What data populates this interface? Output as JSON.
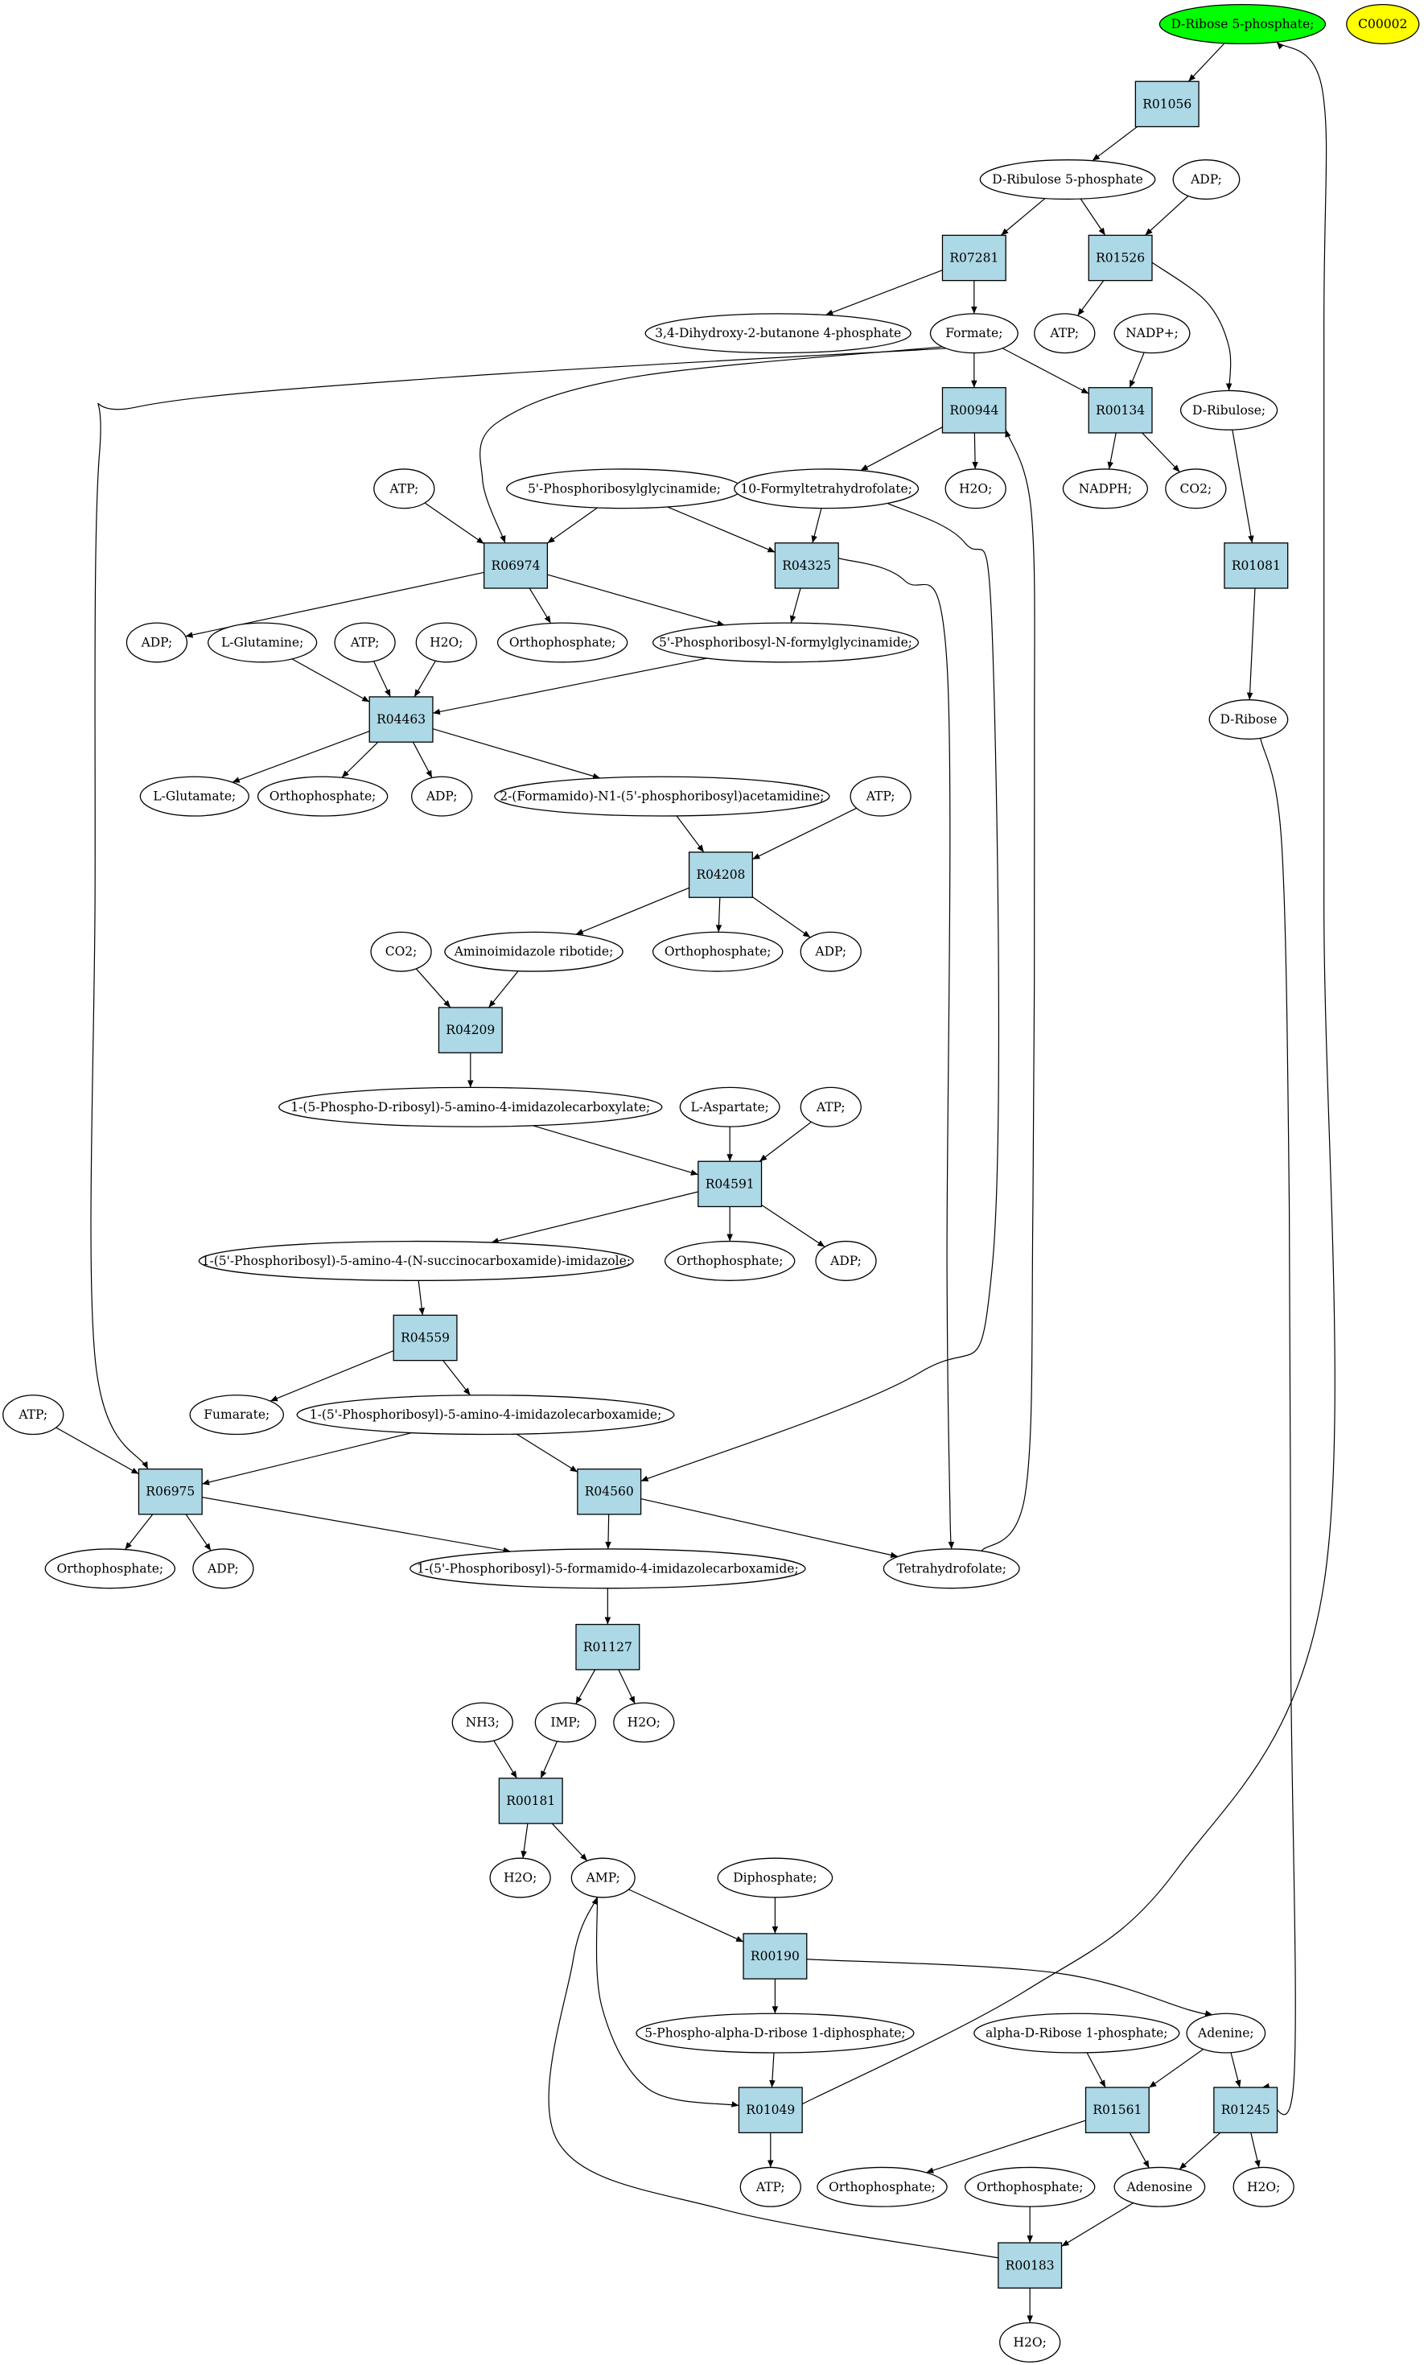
{
  "colors": {
    "reaction_fill": "#add8e6",
    "compound_fill": "#ffffff",
    "highlight_green": "#00ff00",
    "highlight_yellow": "#ffff00",
    "stroke": "#000000"
  },
  "nodes": [
    {
      "id": "ribose5p",
      "kind": "compound",
      "label": "D-Ribose 5-phosphate;",
      "fill": "highlight_green"
    },
    {
      "id": "c00002",
      "kind": "compound",
      "label": "C00002",
      "fill": "highlight_yellow"
    },
    {
      "id": "R01056",
      "kind": "reaction",
      "label": "R01056"
    },
    {
      "id": "ribulose5p",
      "kind": "compound",
      "label": "D-Ribulose 5-phosphate"
    },
    {
      "id": "adp_a",
      "kind": "compound",
      "label": "ADP;"
    },
    {
      "id": "R07281",
      "kind": "reaction",
      "label": "R07281"
    },
    {
      "id": "R01526",
      "kind": "reaction",
      "label": "R01526"
    },
    {
      "id": "dihydroxy",
      "kind": "compound",
      "label": "3,4-Dihydroxy-2-butanone 4-phosphate"
    },
    {
      "id": "formate",
      "kind": "compound",
      "label": "Formate;"
    },
    {
      "id": "atp_a",
      "kind": "compound",
      "label": "ATP;"
    },
    {
      "id": "nadp",
      "kind": "compound",
      "label": "NADP+;"
    },
    {
      "id": "R00944",
      "kind": "reaction",
      "label": "R00944"
    },
    {
      "id": "R00134",
      "kind": "reaction",
      "label": "R00134"
    },
    {
      "id": "dribulose",
      "kind": "compound",
      "label": "D-Ribulose;"
    },
    {
      "id": "atp_b",
      "kind": "compound",
      "label": "ATP;"
    },
    {
      "id": "prgly",
      "kind": "compound",
      "label": "5'-Phosphoribosylglycinamide;"
    },
    {
      "id": "formylthf",
      "kind": "compound",
      "label": "10-Formyltetrahydrofolate;"
    },
    {
      "id": "h2o_a",
      "kind": "compound",
      "label": "H2O;"
    },
    {
      "id": "nadph",
      "kind": "compound",
      "label": "NADPH;"
    },
    {
      "id": "co2_a",
      "kind": "compound",
      "label": "CO2;"
    },
    {
      "id": "R06974",
      "kind": "reaction",
      "label": "R06974"
    },
    {
      "id": "R04325",
      "kind": "reaction",
      "label": "R04325"
    },
    {
      "id": "R01081",
      "kind": "reaction",
      "label": "R01081"
    },
    {
      "id": "adp_b",
      "kind": "compound",
      "label": "ADP;"
    },
    {
      "id": "lglutamine",
      "kind": "compound",
      "label": "L-Glutamine;"
    },
    {
      "id": "atp_c",
      "kind": "compound",
      "label": "ATP;"
    },
    {
      "id": "h2o_b",
      "kind": "compound",
      "label": "H2O;"
    },
    {
      "id": "ortho_a",
      "kind": "compound",
      "label": "Orthophosphate;"
    },
    {
      "id": "fgar",
      "kind": "compound",
      "label": "5'-Phosphoribosyl-N-formylglycinamide;"
    },
    {
      "id": "R04463",
      "kind": "reaction",
      "label": "R04463"
    },
    {
      "id": "dribose",
      "kind": "compound",
      "label": "D-Ribose"
    },
    {
      "id": "lglutamate",
      "kind": "compound",
      "label": "L-Glutamate;"
    },
    {
      "id": "ortho_b",
      "kind": "compound",
      "label": "Orthophosphate;"
    },
    {
      "id": "adp_c",
      "kind": "compound",
      "label": "ADP;"
    },
    {
      "id": "fgam",
      "kind": "compound",
      "label": "2-(Formamido)-N1-(5'-phosphoribosyl)acetamidine;"
    },
    {
      "id": "atp_d",
      "kind": "compound",
      "label": "ATP;"
    },
    {
      "id": "R04208",
      "kind": "reaction",
      "label": "R04208"
    },
    {
      "id": "co2_b",
      "kind": "compound",
      "label": "CO2;"
    },
    {
      "id": "air",
      "kind": "compound",
      "label": "Aminoimidazole ribotide;"
    },
    {
      "id": "ortho_c",
      "kind": "compound",
      "label": "Orthophosphate;"
    },
    {
      "id": "adp_d",
      "kind": "compound",
      "label": "ADP;"
    },
    {
      "id": "R04209",
      "kind": "reaction",
      "label": "R04209"
    },
    {
      "id": "cair",
      "kind": "compound",
      "label": "1-(5-Phospho-D-ribosyl)-5-amino-4-imidazolecarboxylate;"
    },
    {
      "id": "laspartate",
      "kind": "compound",
      "label": "L-Aspartate;"
    },
    {
      "id": "atp_e",
      "kind": "compound",
      "label": "ATP;"
    },
    {
      "id": "R04591",
      "kind": "reaction",
      "label": "R04591"
    },
    {
      "id": "saicar",
      "kind": "compound",
      "label": "1-(5'-Phosphoribosyl)-5-amino-4-(N-succinocarboxamide)-imidazole;"
    },
    {
      "id": "ortho_d",
      "kind": "compound",
      "label": "Orthophosphate;"
    },
    {
      "id": "adp_e",
      "kind": "compound",
      "label": "ADP;"
    },
    {
      "id": "R04559",
      "kind": "reaction",
      "label": "R04559"
    },
    {
      "id": "atp_f",
      "kind": "compound",
      "label": "ATP;"
    },
    {
      "id": "fumarate",
      "kind": "compound",
      "label": "Fumarate;"
    },
    {
      "id": "aicar",
      "kind": "compound",
      "label": "1-(5'-Phosphoribosyl)-5-amino-4-imidazolecarboxamide;"
    },
    {
      "id": "R06975",
      "kind": "reaction",
      "label": "R06975"
    },
    {
      "id": "R04560",
      "kind": "reaction",
      "label": "R04560"
    },
    {
      "id": "ortho_e",
      "kind": "compound",
      "label": "Orthophosphate;"
    },
    {
      "id": "adp_f",
      "kind": "compound",
      "label": "ADP;"
    },
    {
      "id": "faicar",
      "kind": "compound",
      "label": "1-(5'-Phosphoribosyl)-5-formamido-4-imidazolecarboxamide;"
    },
    {
      "id": "thf",
      "kind": "compound",
      "label": "Tetrahydrofolate;"
    },
    {
      "id": "R01127",
      "kind": "reaction",
      "label": "R01127"
    },
    {
      "id": "nh3",
      "kind": "compound",
      "label": "NH3;"
    },
    {
      "id": "imp",
      "kind": "compound",
      "label": "IMP;"
    },
    {
      "id": "h2o_c",
      "kind": "compound",
      "label": "H2O;"
    },
    {
      "id": "R00181",
      "kind": "reaction",
      "label": "R00181"
    },
    {
      "id": "h2o_d",
      "kind": "compound",
      "label": "H2O;"
    },
    {
      "id": "amp",
      "kind": "compound",
      "label": "AMP;"
    },
    {
      "id": "diphosphate",
      "kind": "compound",
      "label": "Diphosphate;"
    },
    {
      "id": "R00190",
      "kind": "reaction",
      "label": "R00190"
    },
    {
      "id": "prpp",
      "kind": "compound",
      "label": "5-Phospho-alpha-D-ribose 1-diphosphate;"
    },
    {
      "id": "r1p",
      "kind": "compound",
      "label": "alpha-D-Ribose 1-phosphate;"
    },
    {
      "id": "adenine",
      "kind": "compound",
      "label": "Adenine;"
    },
    {
      "id": "R01049",
      "kind": "reaction",
      "label": "R01049"
    },
    {
      "id": "R01561",
      "kind": "reaction",
      "label": "R01561"
    },
    {
      "id": "R01245",
      "kind": "reaction",
      "label": "R01245"
    },
    {
      "id": "atp_g",
      "kind": "compound",
      "label": "ATP;"
    },
    {
      "id": "ortho_f",
      "kind": "compound",
      "label": "Orthophosphate;"
    },
    {
      "id": "ortho_g",
      "kind": "compound",
      "label": "Orthophosphate;"
    },
    {
      "id": "adenosine",
      "kind": "compound",
      "label": "Adenosine"
    },
    {
      "id": "h2o_e",
      "kind": "compound",
      "label": "H2O;"
    },
    {
      "id": "R00183",
      "kind": "reaction",
      "label": "R00183"
    },
    {
      "id": "h2o_f",
      "kind": "compound",
      "label": "H2O;"
    }
  ],
  "edges": [
    [
      "ribose5p",
      "R01056"
    ],
    [
      "R01056",
      "ribulose5p"
    ],
    [
      "ribulose5p",
      "R07281"
    ],
    [
      "ribulose5p",
      "R01526"
    ],
    [
      "adp_a",
      "R01526"
    ],
    [
      "R07281",
      "dihydroxy"
    ],
    [
      "R07281",
      "formate"
    ],
    [
      "R01526",
      "atp_a"
    ],
    [
      "R01526",
      "dribulose"
    ],
    [
      "formate",
      "R00944"
    ],
    [
      "formate",
      "R00134"
    ],
    [
      "formate",
      "R06974"
    ],
    [
      "formate",
      "R06975"
    ],
    [
      "nadp",
      "R00134"
    ],
    [
      "R00134",
      "nadph"
    ],
    [
      "R00134",
      "co2_a"
    ],
    [
      "R00944",
      "formylthf"
    ],
    [
      "R00944",
      "h2o_a"
    ],
    [
      "dribulose",
      "R01081"
    ],
    [
      "R01081",
      "dribose"
    ],
    [
      "atp_b",
      "R06974"
    ],
    [
      "prgly",
      "R06974"
    ],
    [
      "prgly",
      "R04325"
    ],
    [
      "formylthf",
      "R04325"
    ],
    [
      "R06974",
      "adp_b"
    ],
    [
      "R06974",
      "ortho_a"
    ],
    [
      "R06974",
      "fgar"
    ],
    [
      "R04325",
      "fgar"
    ],
    [
      "R04325",
      "thf"
    ],
    [
      "formylthf",
      "R04560"
    ],
    [
      "lglutamine",
      "R04463"
    ],
    [
      "atp_c",
      "R04463"
    ],
    [
      "h2o_b",
      "R04463"
    ],
    [
      "fgar",
      "R04463"
    ],
    [
      "R04463",
      "lglutamate"
    ],
    [
      "R04463",
      "ortho_b"
    ],
    [
      "R04463",
      "adp_c"
    ],
    [
      "R04463",
      "fgam"
    ],
    [
      "fgam",
      "R04208"
    ],
    [
      "atp_d",
      "R04208"
    ],
    [
      "R04208",
      "air"
    ],
    [
      "R04208",
      "ortho_c"
    ],
    [
      "R04208",
      "adp_d"
    ],
    [
      "co2_b",
      "R04209"
    ],
    [
      "air",
      "R04209"
    ],
    [
      "R04209",
      "cair"
    ],
    [
      "cair",
      "R04591"
    ],
    [
      "laspartate",
      "R04591"
    ],
    [
      "atp_e",
      "R04591"
    ],
    [
      "R04591",
      "saicar"
    ],
    [
      "R04591",
      "ortho_d"
    ],
    [
      "R04591",
      "adp_e"
    ],
    [
      "saicar",
      "R04559"
    ],
    [
      "R04559",
      "fumarate"
    ],
    [
      "R04559",
      "aicar"
    ],
    [
      "atp_f",
      "R06975"
    ],
    [
      "aicar",
      "R06975"
    ],
    [
      "aicar",
      "R04560"
    ],
    [
      "R06975",
      "ortho_e"
    ],
    [
      "R06975",
      "adp_f"
    ],
    [
      "R06975",
      "faicar"
    ],
    [
      "R04560",
      "faicar"
    ],
    [
      "R04560",
      "thf"
    ],
    [
      "thf",
      "R00944"
    ],
    [
      "faicar",
      "R01127"
    ],
    [
      "R01127",
      "imp"
    ],
    [
      "R01127",
      "h2o_c"
    ],
    [
      "nh3",
      "R00181"
    ],
    [
      "imp",
      "R00181"
    ],
    [
      "R00181",
      "h2o_d"
    ],
    [
      "R00181",
      "amp"
    ],
    [
      "amp",
      "R00190"
    ],
    [
      "diphosphate",
      "R00190"
    ],
    [
      "R00190",
      "prpp"
    ],
    [
      "R00190",
      "adenine"
    ],
    [
      "amp",
      "R01049"
    ],
    [
      "prpp",
      "R01049"
    ],
    [
      "R01049",
      "atp_g"
    ],
    [
      "R01049",
      "ribose5p"
    ],
    [
      "r1p",
      "R01561"
    ],
    [
      "adenine",
      "R01561"
    ],
    [
      "adenine",
      "R01245"
    ],
    [
      "dribose",
      "R01245"
    ],
    [
      "R01561",
      "ortho_f"
    ],
    [
      "R01561",
      "adenosine"
    ],
    [
      "R01245",
      "adenosine"
    ],
    [
      "R01245",
      "h2o_e"
    ],
    [
      "ortho_g",
      "R00183"
    ],
    [
      "adenosine",
      "R00183"
    ],
    [
      "R00183",
      "h2o_f"
    ],
    [
      "R00183",
      "amp"
    ]
  ]
}
